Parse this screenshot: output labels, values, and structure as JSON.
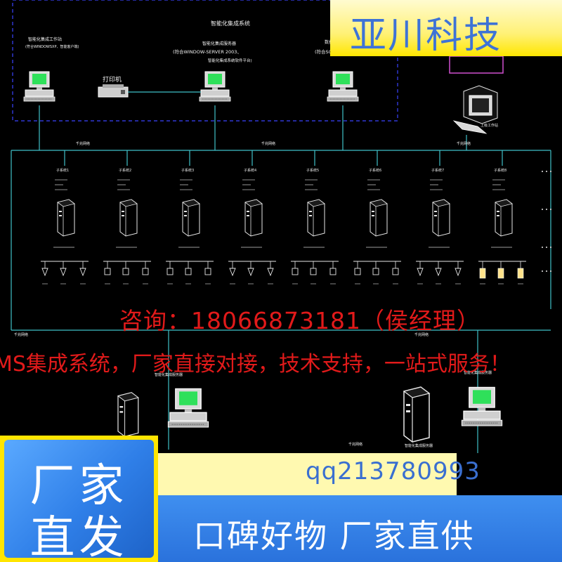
{
  "diagram": {
    "top_title": "智能化集成系统",
    "workstation_left_label": "智能化集成工作站",
    "workstation_left_sub": "(符合WINDOWSXP、智能客户端)",
    "server_center_label": "智能化集成服务器",
    "server_center_sub": "(符合WINDOW-SERVER 2003、",
    "server_center_sub2": "智能化集成系统软件平台)",
    "db_server_label": "数据库服务器",
    "db_server_sub": "(符合SQL-SERVER)",
    "printer_label": "打印机",
    "remote_label": "上级工作站",
    "network_label": "千兆网络",
    "subsystems": [
      {
        "name": "子系统1"
      },
      {
        "name": "子系统2"
      },
      {
        "name": "子系统3"
      },
      {
        "name": "子系统4"
      },
      {
        "name": "子系统5"
      },
      {
        "name": "子系统6"
      },
      {
        "name": "子系统7"
      },
      {
        "name": "子系统8"
      }
    ],
    "bottom_left_label": "智能化集成服务器",
    "bottom_right_label": "智能化集成服务器"
  },
  "overlays": {
    "brand": "亚川科技",
    "consult": "咨询：18066873181（侯经理）",
    "tagline": "MS集成系统，厂家直接对接，技术支持，一站式服务！",
    "badge_line1": "厂家",
    "badge_line2": "直发",
    "qq": "qq213780993",
    "slogan": "口碑好物  厂家直供"
  },
  "colors": {
    "line_color": "#3fc0c8",
    "dash_color": "#3a42ff",
    "consult_red": "#e11a1a",
    "brand_blue": "#3e73d6",
    "badge_yellow": "#ffe500",
    "band_blue": "#2f7fe8"
  }
}
